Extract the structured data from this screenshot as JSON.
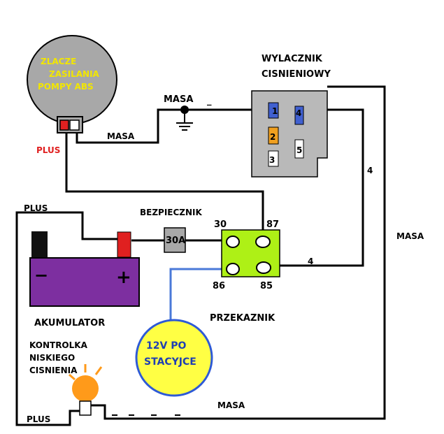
{
  "pump": {
    "line1": "ZLACZE",
    "line2": "ZASILANIA",
    "line3": "POMPY ABS",
    "plus": "PLUS",
    "masa": "MASA"
  },
  "ground": {
    "label": "MASA",
    "sign": "_"
  },
  "switch": {
    "title1": "WYLACZNIK",
    "title2": "CISNIENIOWY",
    "pin1": "1",
    "pin2": "2",
    "pin3": "3",
    "pin4": "4",
    "pin5": "5"
  },
  "wire4_vertical": "4",
  "wire4_horizontal": "4",
  "masa_right": "MASA",
  "masa_bottom": "MASA",
  "fuse": {
    "title": "BEZPIECZNIK",
    "rating": "30A"
  },
  "relay": {
    "title": "PRZEKAZNIK",
    "t30": "30",
    "t87": "87",
    "t86": "86",
    "t85": "85"
  },
  "battery": {
    "title": "AKUMULATOR",
    "minus": "−",
    "plus": "+",
    "plus_wire": "PLUS"
  },
  "ignition": {
    "line1": "12V PO",
    "line2": "STACYJCE"
  },
  "lamp": {
    "line1": "KONTROLKA",
    "line2": "NISKIEGO",
    "line3": "CISNIENIA",
    "plus": "PLUS"
  },
  "colors": {
    "pump_body": "#a8a8a8",
    "switch_body": "#b9b9b9",
    "relay_body": "#aef016",
    "battery_body": "#7d2fa0",
    "battery_top": "#d9d9d9",
    "ignition_fill": "#ffff44",
    "ignition_stroke": "#2e5ad6",
    "lamp": "#ff9a1a",
    "pin1": "#4060d0",
    "pin2": "#f0a020",
    "pin4": "#4060d0",
    "fuse_body": "#a8a8a8",
    "battery_pos": "#e02020"
  }
}
